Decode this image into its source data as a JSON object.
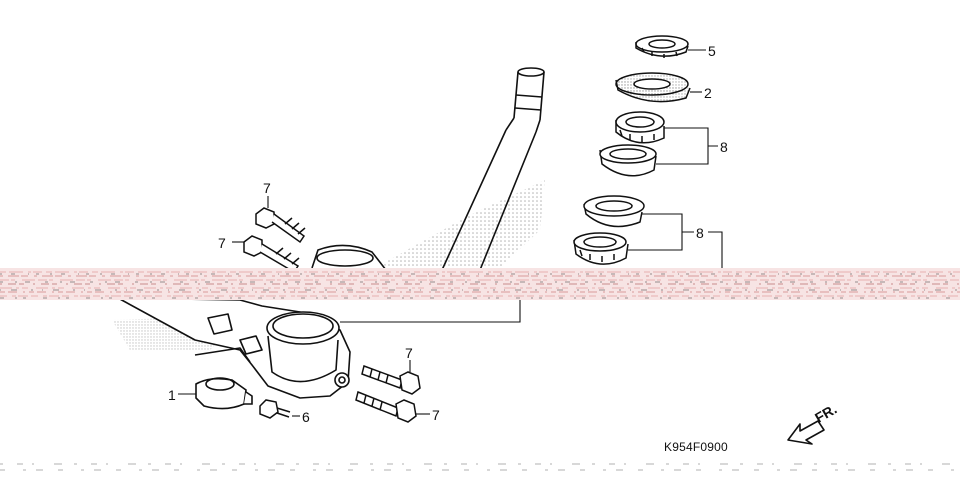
{
  "diagram": {
    "part_code": "K954F0900",
    "direction_label": "FR."
  },
  "callouts": [
    {
      "id": "c5",
      "label": "5"
    },
    {
      "id": "c2",
      "label": "2"
    },
    {
      "id": "c8a",
      "label": "8"
    },
    {
      "id": "c8b",
      "label": "8"
    },
    {
      "id": "c7a",
      "label": "7"
    },
    {
      "id": "c7b",
      "label": "7"
    },
    {
      "id": "c7c",
      "label": "7"
    },
    {
      "id": "c7d",
      "label": "7"
    },
    {
      "id": "c1",
      "label": "1"
    },
    {
      "id": "c6",
      "label": "6"
    }
  ],
  "colors": {
    "line": "#111111",
    "stipple": "#9a9a9a",
    "band_noise": "#e7b0b0"
  }
}
